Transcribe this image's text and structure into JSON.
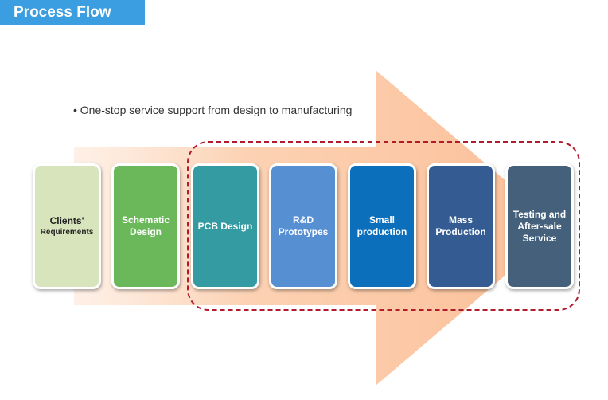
{
  "header": {
    "title": "Process Flow"
  },
  "subtitle": "• One-stop service support  from design to manufacturing",
  "colors": {
    "header_bg": "#3b9ee0",
    "arrow": "#fbc9a8",
    "outline": "#b01c2e"
  },
  "steps": [
    {
      "label": "Clients'",
      "sublabel": "Requirements",
      "color": "#d8e4bc"
    },
    {
      "label": "Schematic\nDesign",
      "sublabel": "",
      "color": "#6ab85a"
    },
    {
      "label": "PCB Design",
      "sublabel": "",
      "color": "#349ba2"
    },
    {
      "label": "R&D\nPrototypes",
      "sublabel": "",
      "color": "#578fd3"
    },
    {
      "label": "Small\nproduction",
      "sublabel": "",
      "color": "#0b6fbc"
    },
    {
      "label": "Mass\nProduction",
      "sublabel": "",
      "color": "#345c92"
    },
    {
      "label": "Testing and\nAfter-sale\nService",
      "sublabel": "",
      "color": "#45607b"
    }
  ]
}
